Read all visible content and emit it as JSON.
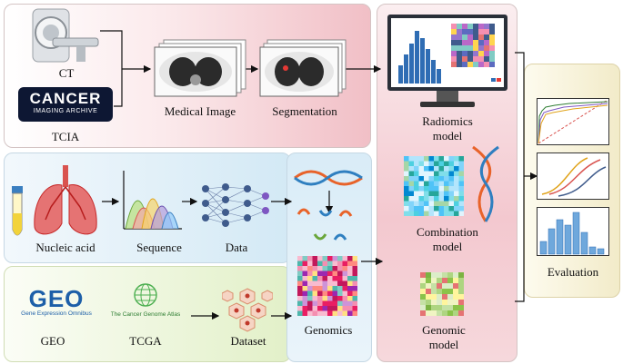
{
  "imaging": {
    "ct": "CT",
    "tcia": "TCIA",
    "tcia_logo_main": "CANCER",
    "tcia_logo_sub": "IMAGING ARCHIVE",
    "medical_image": "Medical Image",
    "segmentation": "Segmentation"
  },
  "sequencing": {
    "nucleic_acid": "Nucleic acid",
    "sequence": "Sequence",
    "data": "Data"
  },
  "databases": {
    "geo": "GEO",
    "geo_logo": "GEO",
    "geo_sub": "Gene Expression Omnibus",
    "tcga": "TCGA",
    "tcga_sub": "The Cancer Genome Atlas",
    "dataset": "Dataset"
  },
  "genomics": {
    "label": "Genomics"
  },
  "models": {
    "radiomics_1": "Radiomics",
    "radiomics_2": "model",
    "combination_1": "Combination",
    "combination_2": "model",
    "genomic_1": "Genomic",
    "genomic_2": "model"
  },
  "evaluation": {
    "label": "Evaluation"
  },
  "colors": {
    "imaging_panel": "#f1bfc6",
    "sequence_panel": "#d3e9f5",
    "database_panel": "#e2f0c8",
    "evaluation_panel": "#f2ebc9",
    "arrow": "#111111",
    "dna_orange": "#e8632a",
    "dna_blue": "#2f7fc0"
  }
}
